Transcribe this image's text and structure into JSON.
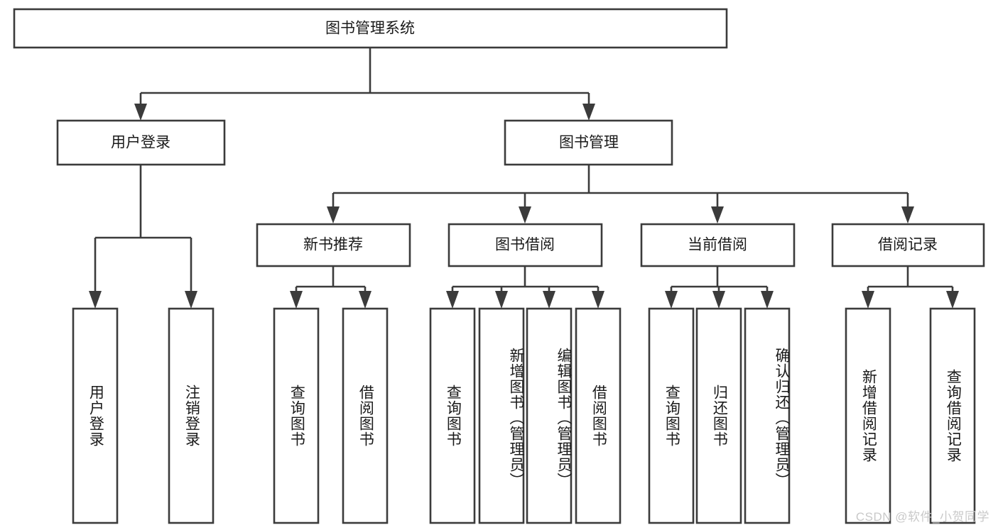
{
  "diagram": {
    "title": "图书管理系统",
    "type": "hierarchy-tree",
    "watermark": "CSDN @软件_小贺同学",
    "colors": {
      "box_stroke": "#3b3b3b",
      "box_fill": "#ffffff",
      "connector": "#3b3b3b",
      "text": "#1a1a1a",
      "watermark": "#c9c9c9",
      "background": "#ffffff"
    },
    "levels": {
      "root": {
        "label": "图书管理系统"
      },
      "level2": [
        {
          "label": "用户登录"
        },
        {
          "label": "图书管理"
        }
      ],
      "level3": [
        {
          "label": "新书推荐"
        },
        {
          "label": "图书借阅"
        },
        {
          "label": "当前借阅"
        },
        {
          "label": "借阅记录"
        }
      ],
      "leaves": {
        "user_login": [
          {
            "label": "用户登录"
          },
          {
            "label": "注销登录"
          }
        ],
        "new_book_recommend": [
          {
            "label": "查询图书"
          },
          {
            "label": "借阅图书"
          }
        ],
        "book_borrow": [
          {
            "label": "查询图书"
          },
          {
            "label": "新增图书（管理员）"
          },
          {
            "label": "编辑图书（管理员）"
          },
          {
            "label": "借阅图书"
          }
        ],
        "current_borrow": [
          {
            "label": "查询图书"
          },
          {
            "label": "归还图书"
          },
          {
            "label": "确认归还（管理员）"
          }
        ],
        "borrow_record": [
          {
            "label": "新增借阅记录"
          },
          {
            "label": "查询借阅记录"
          }
        ]
      }
    }
  }
}
